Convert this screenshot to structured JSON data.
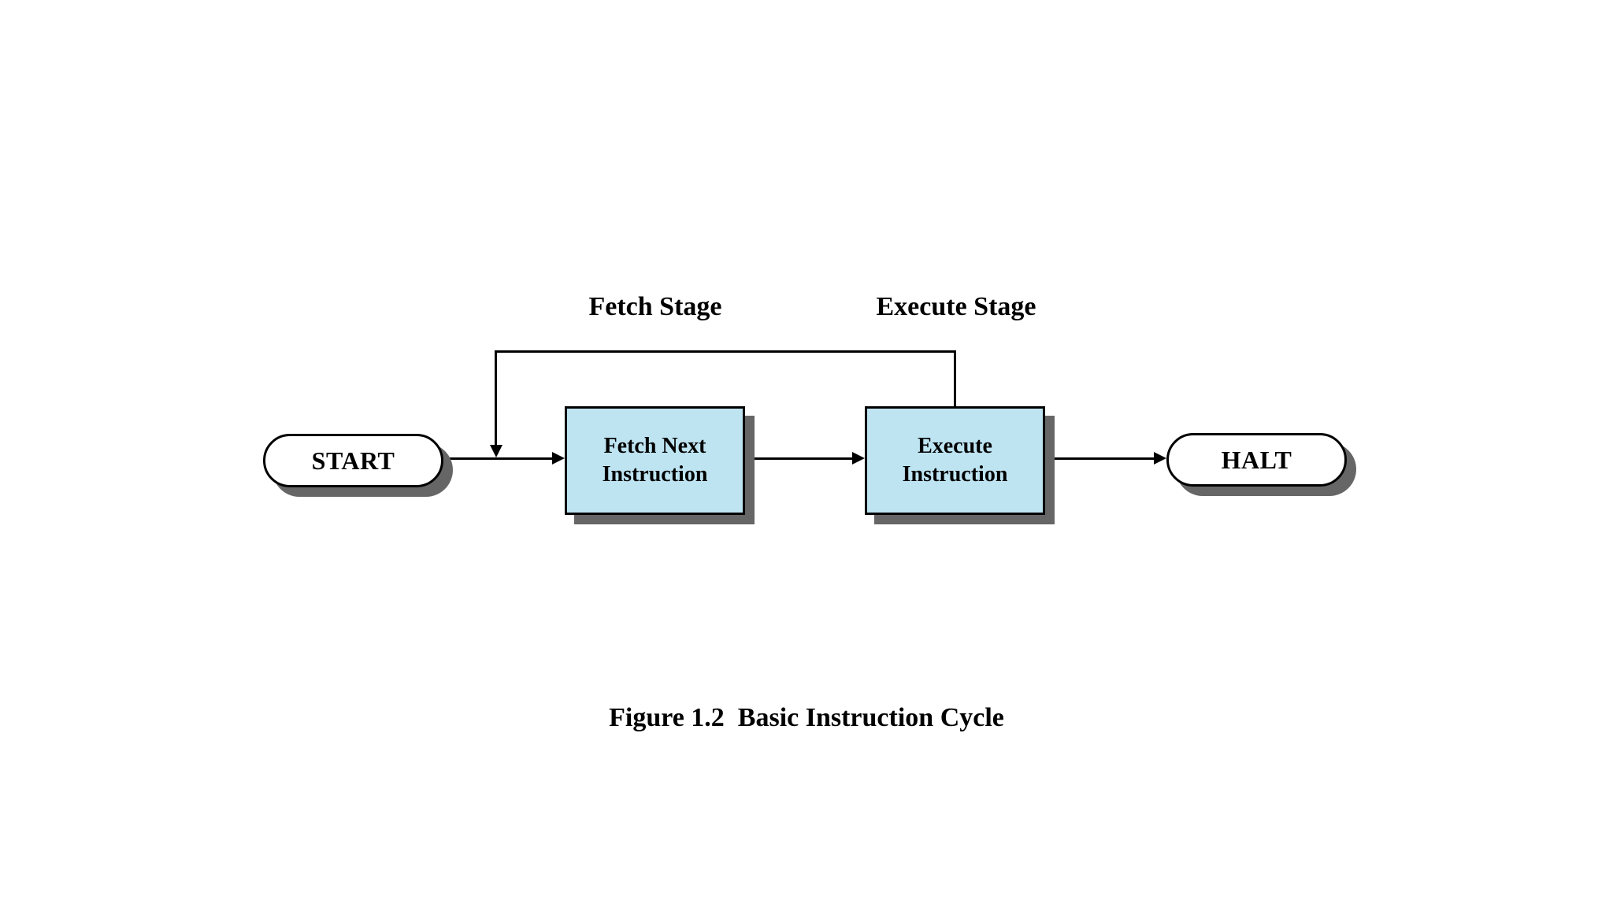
{
  "diagram": {
    "stage_labels": {
      "fetch": "Fetch Stage",
      "execute": "Execute Stage"
    },
    "nodes": {
      "start": {
        "label": "START",
        "type": "terminal"
      },
      "fetch": {
        "line1": "Fetch Next",
        "line2": "Instruction",
        "type": "process"
      },
      "execute": {
        "line1": "Execute",
        "line2": "Instruction",
        "type": "process"
      },
      "halt": {
        "label": "HALT",
        "type": "terminal"
      }
    },
    "connections": {
      "flow": "START → Fetch Next Instruction → Execute Instruction → HALT",
      "feedback": "Execute Instruction → (loop back) → Fetch Next Instruction"
    },
    "caption": "Figure 1.2  Basic Instruction Cycle",
    "colors": {
      "background": "#ffffff",
      "process_fill": "#bee4f2",
      "terminal_fill": "#ffffff",
      "shadow": "#666666",
      "line": "#000000",
      "text": "#000000"
    }
  }
}
